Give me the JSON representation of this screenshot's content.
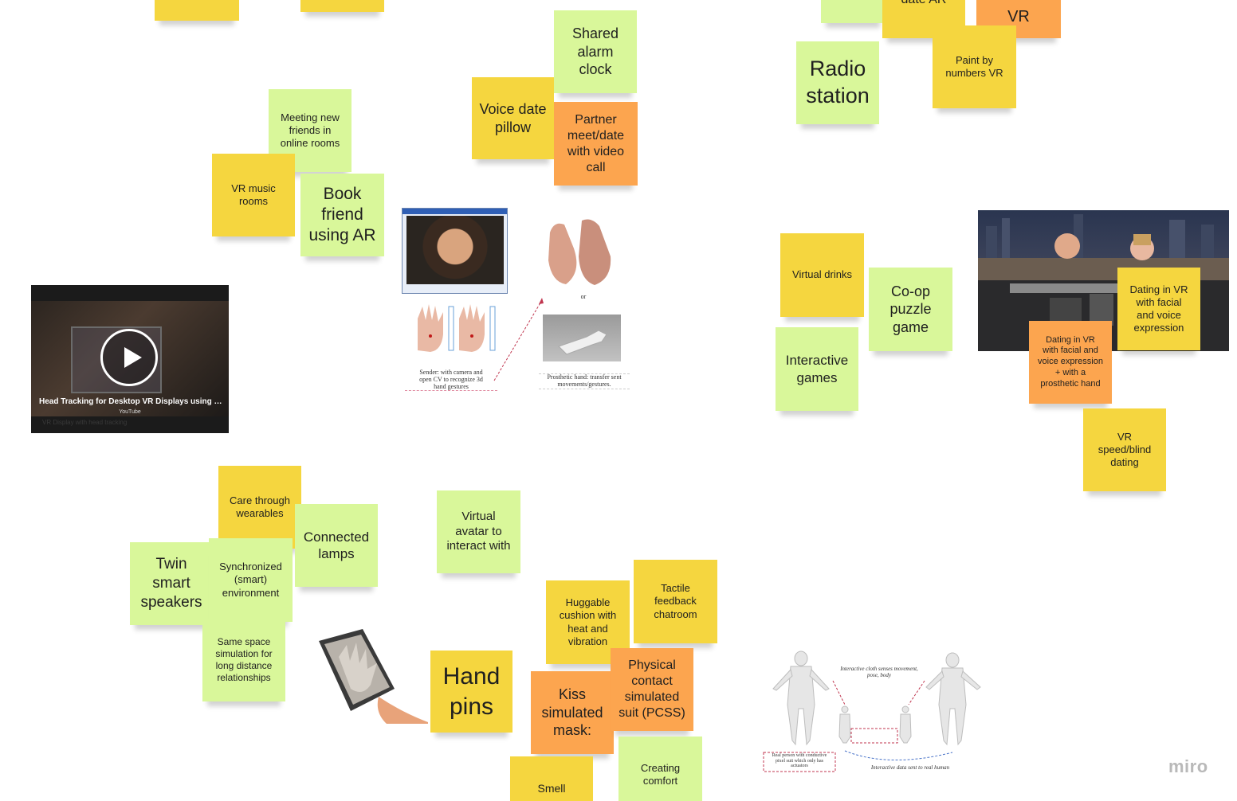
{
  "board": {
    "brand": "miro",
    "stickies": {
      "top_left_1": "",
      "top_left_2": "",
      "shared_alarm": "Shared\nalarm\nclock",
      "voice_pillow": "Voice date\npillow",
      "partner_video": "Partner\nmeet/date\nwith video\ncall",
      "meeting_friends": "Meeting new\nfriends in\nonline rooms",
      "vr_music": "VR music\nrooms",
      "book_friend": "Book\nfriend\nusing AR",
      "top_right_green": "",
      "date_ar": "date AR",
      "vr_top": "VR",
      "radio_station": "Radio\nstation",
      "paint_numbers": "Paint by\nnumbers VR",
      "virtual_drinks": "Virtual drinks",
      "coop_puzzle": "Co-op\npuzzle\ngame",
      "interactive_games": "Interactive\ngames",
      "dating_vr": "Dating in VR\nwith facial\nand voice\nexpression",
      "dating_prosthetic": "Dating in VR\nwith facial and\nvoice expression\n+ with a\nprosthetic hand",
      "speed_dating": "VR\nspeed/blind\ndating",
      "care_wearables": "Care through\nwearables",
      "connected_lamps": "Connected\nlamps",
      "twin_speakers": "Twin\nsmart\nspeakers",
      "sync_env": "Synchronized\n(smart)\nenvironment",
      "same_space": "Same space\nsimulation for\nlong distance\nrelationships",
      "virtual_avatar": "Virtual\navatar to\ninteract with",
      "huggable": "Huggable\ncushion with\nheat and\nvibration",
      "tactile": "Tactile\nfeedback\nchatroom",
      "hand_pins": "Hand\npins",
      "kiss_mask": "Kiss\nsimulated\nmask:",
      "pcss": "Physical\ncontact\nsimulated\nsuit (PCSS)",
      "smell": "Smell",
      "comfort": "Creating\ncomfort"
    },
    "video": {
      "title": "Head Tracking for Desktop VR Displays using the W...",
      "source": "YouTube",
      "subtitle": "VR Display with head tracking"
    },
    "captions": {
      "or": "or",
      "sender": "Sender: with camera and\nopen CV to recognize 3d\nhand gestures",
      "prosthetic": "Prosthetic hand: transfer sent\nmovements/gestures.",
      "suit_top": "Interactive cloth senses movement, pose, body",
      "suit_left": "Real person with conductive\npixel suit which only has\nactuators",
      "suit_bottom": "Interactive data sent to real human"
    },
    "colors": {
      "yellow": "#f5d63f",
      "green": "#d9f79a",
      "orange": "#fca54f"
    }
  }
}
